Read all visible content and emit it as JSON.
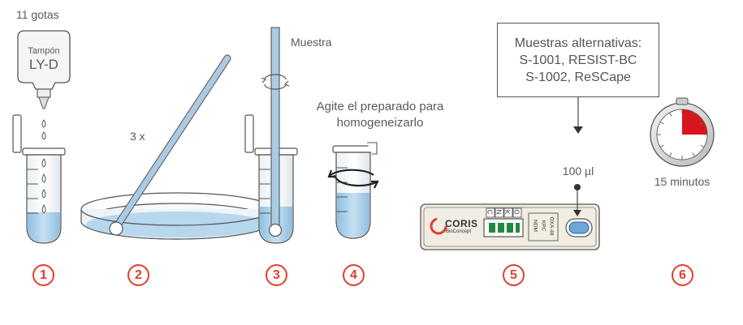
{
  "step1": {
    "drops_label": "11 gotas",
    "bottle_brand": "Tampón",
    "bottle_name": "LY-D"
  },
  "step2": {
    "repeat_label": "3 x"
  },
  "step3": {
    "sample_label": "Muestra"
  },
  "step4": {
    "instruction_line1": "Agite el preparado para",
    "instruction_line2": "homogeneizarlo"
  },
  "step5": {
    "alt_samples_lines": [
      "Muestras alternativas:",
      "S-1001, RESIST-BC",
      "S-1002, ReSCape"
    ],
    "volume_label": "100 µl",
    "cassette_brand": "CORIS",
    "cassette_sub": "BioConcept",
    "cassette_window_letters": [
      "C",
      "N",
      "K",
      "O"
    ],
    "cassette_targets": [
      "NDM",
      "KPC",
      "OXA-48"
    ]
  },
  "step6": {
    "time_label": "15 minutos",
    "timer_fraction": 0.25
  },
  "step_numbers": [
    "1",
    "2",
    "3",
    "4",
    "5",
    "6"
  ],
  "colors": {
    "accent_red": "#e53c2e",
    "liquid_blue": "#9fcbe8",
    "outline_gray": "#555555",
    "cassette_bg": "#f1ede3",
    "timer_red": "#d9161e"
  }
}
